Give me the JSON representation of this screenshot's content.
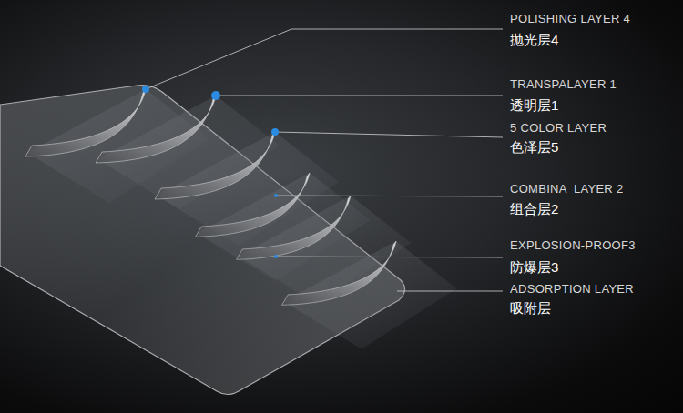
{
  "diagram": {
    "labels": [
      "POLISHING LAYER 4",
      "抛光层4",
      "TRANSPALAYER 1",
      "透明层1",
      "5 COLOR LAYER",
      "色泽层5",
      "COMBINA  LAYER 2",
      "组合层2",
      "EXPLOSION-PROOF3",
      "防爆层3",
      "ADSORPTION LAYER",
      "吸附层"
    ]
  }
}
